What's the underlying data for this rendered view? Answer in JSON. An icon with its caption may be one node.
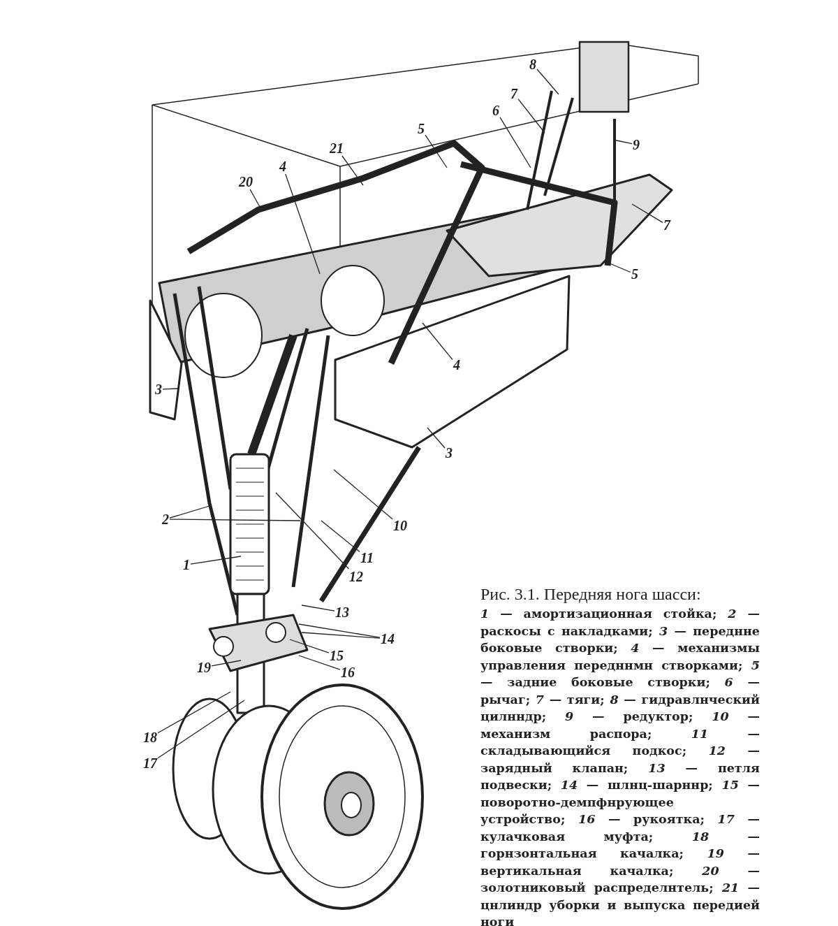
{
  "diagram": {
    "title": "Рис. 3.1. Передняя нога шасси:",
    "caption": "*1* — амортизационная стойка; *2* — раскосы с накладками; *3* — переднне боковые створки; *4* — механизмы управления передннмн створками; *5* — задние боковые створки; *6* — рычаг; *7* — тяги; *8* — гидравлнческий цилнндр; *9* — редуктор; *10* — механизм распора; *11* — складывающийся подкос; *12* — зарядный клапан; *13* — петля подвески; *14* — шлнц-шарннр; *15* — поворотно-демпфнрующее устройство; *16* — рукоятка; *17* — кулачковая муфта; *18* — горнзонтальная качалка; *19* — вертикальная качалка; *20* — золотниковый распределнтель; *21* — цнлиндр уборки и выпуска передией ноги",
    "nodes": [
      {
        "text": [
          "8"
        ]
      },
      {
        "text": [
          "7"
        ]
      },
      {
        "text": [
          "6"
        ]
      },
      {
        "text": [
          "5"
        ]
      },
      {
        "text": [
          "9"
        ]
      },
      {
        "text": [
          "21"
        ]
      },
      {
        "text": [
          "4"
        ]
      },
      {
        "text": [
          "20"
        ]
      },
      {
        "text": [
          "7"
        ]
      },
      {
        "text": [
          "5"
        ]
      },
      {
        "text": [
          "3"
        ]
      },
      {
        "text": [
          "4"
        ]
      },
      {
        "text": [
          "3"
        ]
      },
      {
        "text": [
          "2"
        ]
      },
      {
        "text": [
          "10"
        ]
      },
      {
        "text": [
          "1"
        ]
      },
      {
        "text": [
          "11"
        ]
      },
      {
        "text": [
          "12"
        ]
      },
      {
        "text": [
          "13"
        ]
      },
      {
        "text": [
          "15"
        ]
      },
      {
        "text": [
          "16"
        ]
      },
      {
        "text": [
          "14"
        ]
      },
      {
        "text": [
          "19"
        ]
      },
      {
        "text": [
          "18"
        ]
      },
      {
        "text": [
          "17"
        ]
      }
    ],
    "edges": [
      {
        "from": 0,
        "to": null,
        "arrow": "none"
      },
      {
        "from": 1,
        "to": null,
        "arrow": "none"
      },
      {
        "from": 2,
        "to": null,
        "arrow": "none"
      },
      {
        "from": 3,
        "to": null,
        "arrow": "none"
      },
      {
        "from": 4,
        "to": null,
        "arrow": "none"
      },
      {
        "from": 5,
        "to": null,
        "arrow": "none"
      },
      {
        "from": 6,
        "to": null,
        "arrow": "none"
      },
      {
        "from": 7,
        "to": null,
        "arrow": "none"
      },
      {
        "from": 8,
        "to": null,
        "arrow": "none"
      },
      {
        "from": 9,
        "to": null,
        "arrow": "none"
      },
      {
        "from": 10,
        "to": null,
        "arrow": "none"
      },
      {
        "from": 11,
        "to": null,
        "arrow": "none"
      },
      {
        "from": 12,
        "to": null,
        "arrow": "none"
      },
      {
        "from": 13,
        "to": null,
        "arrow": "none"
      },
      {
        "from": 13,
        "to": null,
        "arrow": "none"
      },
      {
        "from": 14,
        "to": null,
        "arrow": "none"
      },
      {
        "from": 15,
        "to": null,
        "arrow": "none"
      },
      {
        "from": 16,
        "to": null,
        "arrow": "none"
      },
      {
        "from": 17,
        "to": null,
        "arrow": "none"
      },
      {
        "from": 18,
        "to": null,
        "arrow": "none"
      },
      {
        "from": 19,
        "to": null,
        "arrow": "none"
      },
      {
        "from": 20,
        "to": null,
        "arrow": "none"
      },
      {
        "from": 21,
        "to": null,
        "arrow": "none"
      },
      {
        "from": 21,
        "to": null,
        "arrow": "none"
      },
      {
        "from": 22,
        "to": null,
        "arrow": "none"
      },
      {
        "from": 23,
        "to": null,
        "arrow": "none"
      },
      {
        "from": 24,
        "to": null,
        "arrow": "none"
      }
    ]
  }
}
